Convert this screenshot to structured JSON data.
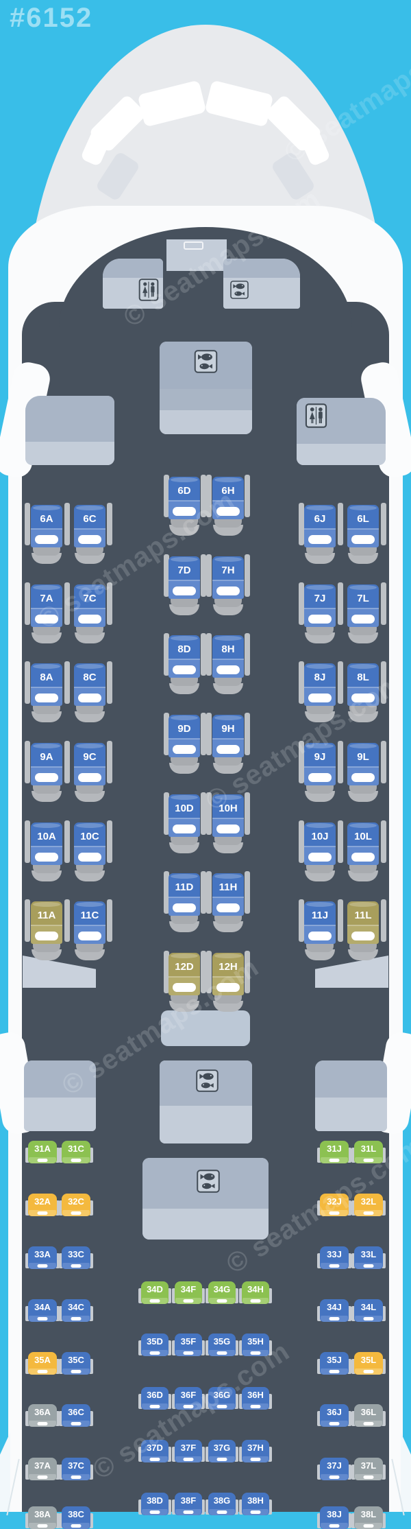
{
  "meta": {
    "map_id": "#6152",
    "watermark": "© seatmaps.com"
  },
  "colors": {
    "background": "#39BEE8",
    "fuselage": "#FAFBFC",
    "nose": "#E8EAED",
    "cabin_floor": "#47515D",
    "panel_dark": "#A9B5C6",
    "panel_light": "#C4CDD9",
    "icon_ink": "#414B55",
    "seat_blue": "#4574C1",
    "seat_green": "#8CC151",
    "seat_yellow": "#F4B93E",
    "seat_gray": "#99A3A6",
    "seat_olive": "#A89E5C",
    "seat_shell": "#A8ABAF",
    "armrest": "#BDC1C5"
  },
  "icons": {
    "lavatory": "lavatory-icon",
    "galley": "galley-icon"
  },
  "monuments": [
    {
      "id": "arch-left-lavatory",
      "type": "lavatory",
      "icon": "lavatory"
    },
    {
      "id": "arch-right-galley",
      "type": "galley",
      "icon": "galley"
    },
    {
      "id": "fwd-galley",
      "type": "galley",
      "icon": "galley"
    },
    {
      "id": "fwd-left-closet",
      "type": "closet",
      "icon": null
    },
    {
      "id": "fwd-right-lavatory",
      "type": "lavatory",
      "icon": "lavatory"
    },
    {
      "id": "mid-closet",
      "type": "closet",
      "icon": null
    },
    {
      "id": "mid-galley",
      "type": "galley",
      "icon": "galley"
    },
    {
      "id": "aft-galley",
      "type": "galley",
      "icon": "galley"
    },
    {
      "id": "door2-left-closet",
      "type": "closet",
      "icon": null
    },
    {
      "id": "door2-right-closet",
      "type": "closet",
      "icon": null
    },
    {
      "id": "door2-left-galley",
      "type": "galley",
      "icon": null
    },
    {
      "id": "door2-right-galley",
      "type": "galley",
      "icon": null
    }
  ],
  "business_rows": [
    {
      "row": 6,
      "left": [
        {
          "id": "6A",
          "color": "blue"
        },
        {
          "id": "6C",
          "color": "blue"
        }
      ],
      "center": [
        {
          "id": "6D",
          "color": "blue"
        },
        {
          "id": "6H",
          "color": "blue"
        }
      ],
      "right": [
        {
          "id": "6J",
          "color": "blue"
        },
        {
          "id": "6L",
          "color": "blue"
        }
      ]
    },
    {
      "row": 7,
      "left": [
        {
          "id": "7A",
          "color": "blue"
        },
        {
          "id": "7C",
          "color": "blue"
        }
      ],
      "center": [
        {
          "id": "7D",
          "color": "blue"
        },
        {
          "id": "7H",
          "color": "blue"
        }
      ],
      "right": [
        {
          "id": "7J",
          "color": "blue"
        },
        {
          "id": "7L",
          "color": "blue"
        }
      ]
    },
    {
      "row": 8,
      "left": [
        {
          "id": "8A",
          "color": "blue"
        },
        {
          "id": "8C",
          "color": "blue"
        }
      ],
      "center": [
        {
          "id": "8D",
          "color": "blue"
        },
        {
          "id": "8H",
          "color": "blue"
        }
      ],
      "right": [
        {
          "id": "8J",
          "color": "blue"
        },
        {
          "id": "8L",
          "color": "blue"
        }
      ]
    },
    {
      "row": 9,
      "left": [
        {
          "id": "9A",
          "color": "blue"
        },
        {
          "id": "9C",
          "color": "blue"
        }
      ],
      "center": [
        {
          "id": "9D",
          "color": "blue"
        },
        {
          "id": "9H",
          "color": "blue"
        }
      ],
      "right": [
        {
          "id": "9J",
          "color": "blue"
        },
        {
          "id": "9L",
          "color": "blue"
        }
      ]
    },
    {
      "row": 10,
      "left": [
        {
          "id": "10A",
          "color": "blue"
        },
        {
          "id": "10C",
          "color": "blue"
        }
      ],
      "center": [
        {
          "id": "10D",
          "color": "blue"
        },
        {
          "id": "10H",
          "color": "blue"
        }
      ],
      "right": [
        {
          "id": "10J",
          "color": "blue"
        },
        {
          "id": "10L",
          "color": "blue"
        }
      ]
    },
    {
      "row": 11,
      "left": [
        {
          "id": "11A",
          "color": "olive"
        },
        {
          "id": "11C",
          "color": "blue"
        }
      ],
      "center": [
        {
          "id": "11D",
          "color": "blue"
        },
        {
          "id": "11H",
          "color": "blue"
        }
      ],
      "right": [
        {
          "id": "11J",
          "color": "blue"
        },
        {
          "id": "11L",
          "color": "olive"
        }
      ]
    },
    {
      "row": 12,
      "center": [
        {
          "id": "12D",
          "color": "olive"
        },
        {
          "id": "12H",
          "color": "olive"
        }
      ]
    }
  ],
  "economy_rows": [
    {
      "row": 31,
      "left": [
        {
          "id": "31A",
          "color": "green"
        },
        {
          "id": "31C",
          "color": "green"
        }
      ],
      "right": [
        {
          "id": "31J",
          "color": "green"
        },
        {
          "id": "31L",
          "color": "green"
        }
      ]
    },
    {
      "row": 32,
      "left": [
        {
          "id": "32A",
          "color": "yellow"
        },
        {
          "id": "32C",
          "color": "yellow"
        }
      ],
      "right": [
        {
          "id": "32J",
          "color": "yellow"
        },
        {
          "id": "32L",
          "color": "yellow"
        }
      ]
    },
    {
      "row": 33,
      "left": [
        {
          "id": "33A",
          "color": "blue"
        },
        {
          "id": "33C",
          "color": "blue"
        }
      ],
      "right": [
        {
          "id": "33J",
          "color": "blue"
        },
        {
          "id": "33L",
          "color": "blue"
        }
      ]
    },
    {
      "row": 34,
      "left": [
        {
          "id": "34A",
          "color": "blue"
        },
        {
          "id": "34C",
          "color": "blue"
        }
      ],
      "center": [
        {
          "id": "34D",
          "color": "green"
        },
        {
          "id": "34F",
          "color": "green"
        },
        {
          "id": "34G",
          "color": "green"
        },
        {
          "id": "34H",
          "color": "green"
        }
      ],
      "right": [
        {
          "id": "34J",
          "color": "blue"
        },
        {
          "id": "34L",
          "color": "blue"
        }
      ]
    },
    {
      "row": 35,
      "left": [
        {
          "id": "35A",
          "color": "yellow"
        },
        {
          "id": "35C",
          "color": "blue"
        }
      ],
      "center": [
        {
          "id": "35D",
          "color": "blue"
        },
        {
          "id": "35F",
          "color": "blue"
        },
        {
          "id": "35G",
          "color": "blue"
        },
        {
          "id": "35H",
          "color": "blue"
        }
      ],
      "right": [
        {
          "id": "35J",
          "color": "blue"
        },
        {
          "id": "35L",
          "color": "yellow"
        }
      ]
    },
    {
      "row": 36,
      "left": [
        {
          "id": "36A",
          "color": "gray"
        },
        {
          "id": "36C",
          "color": "blue"
        }
      ],
      "center": [
        {
          "id": "36D",
          "color": "blue"
        },
        {
          "id": "36F",
          "color": "blue"
        },
        {
          "id": "36G",
          "color": "blue"
        },
        {
          "id": "36H",
          "color": "blue"
        }
      ],
      "right": [
        {
          "id": "36J",
          "color": "blue"
        },
        {
          "id": "36L",
          "color": "gray"
        }
      ]
    },
    {
      "row": 37,
      "left": [
        {
          "id": "37A",
          "color": "gray"
        },
        {
          "id": "37C",
          "color": "blue"
        }
      ],
      "center": [
        {
          "id": "37D",
          "color": "blue"
        },
        {
          "id": "37F",
          "color": "blue"
        },
        {
          "id": "37G",
          "color": "blue"
        },
        {
          "id": "37H",
          "color": "blue"
        }
      ],
      "right": [
        {
          "id": "37J",
          "color": "blue"
        },
        {
          "id": "37L",
          "color": "gray"
        }
      ]
    },
    {
      "row": 38,
      "left": [
        {
          "id": "38A",
          "color": "gray"
        },
        {
          "id": "38C",
          "color": "blue"
        }
      ],
      "center": [
        {
          "id": "38D",
          "color": "blue"
        },
        {
          "id": "38F",
          "color": "blue"
        },
        {
          "id": "38G",
          "color": "blue"
        },
        {
          "id": "38H",
          "color": "blue"
        }
      ],
      "right": [
        {
          "id": "38J",
          "color": "blue"
        },
        {
          "id": "38L",
          "color": "gray"
        }
      ]
    }
  ]
}
